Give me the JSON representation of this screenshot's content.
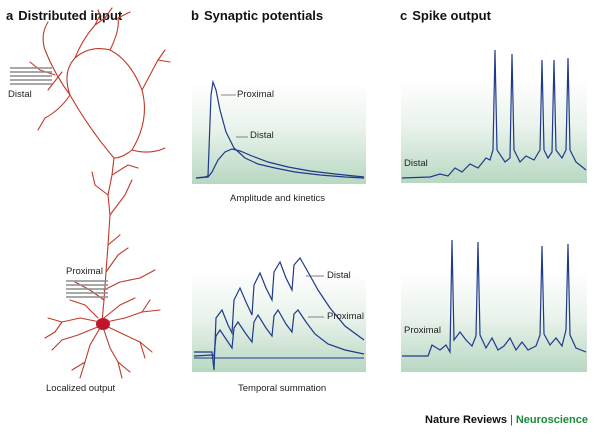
{
  "panels": {
    "a": {
      "letter": "a",
      "title": "Distributed input",
      "caption": "Localized output",
      "labels": {
        "distal": "Distal",
        "proximal": "Proximal"
      }
    },
    "b": {
      "letter": "b",
      "title": "Synaptic potentials",
      "top": {
        "caption": "Amplitude and kinetics",
        "label_proximal": "Proximal",
        "label_distal": "Distal"
      },
      "bottom": {
        "caption": "Temporal summation",
        "label_distal": "Distal",
        "label_proximal": "Proximal"
      }
    },
    "c": {
      "letter": "c",
      "title": "Spike output",
      "top": {
        "label": "Distal"
      },
      "bottom": {
        "label": "Proximal"
      }
    }
  },
  "credit": {
    "publisher": "Nature Reviews",
    "separator": "|",
    "journal": "Neuroscience"
  },
  "colors": {
    "trace": "#1f3a8a",
    "neuron": "#c0392b",
    "soma": "#c0152a",
    "input_lines": "#8c8c8c",
    "box_bottom": "#b8d8c2",
    "journal": "#1a8a3e"
  }
}
